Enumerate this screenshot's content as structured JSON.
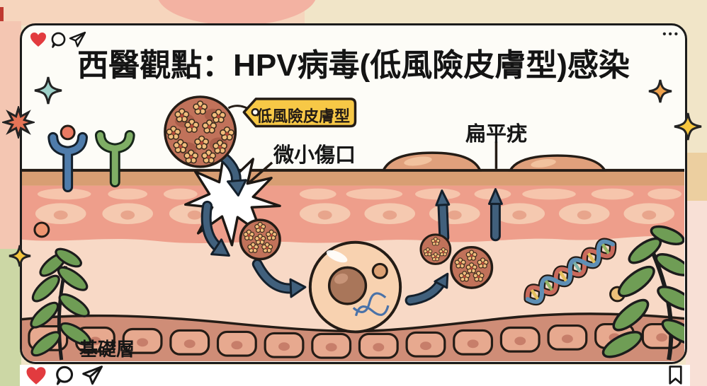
{
  "post": {
    "title": "西醫觀點：HPV病毒(低風險皮膚型)感染",
    "top_bar": {
      "more_label": "•••",
      "icons": [
        "like-heart-icon",
        "comment-bubble-icon",
        "share-plane-icon",
        "more-dots"
      ]
    },
    "bottom_bar": {
      "icons": [
        "like-heart-icon",
        "comment-bubble-icon",
        "share-plane-icon",
        "bookmark-icon"
      ]
    },
    "labels": {
      "virus_tag": "低風險皮膚型",
      "wound": "微小傷口",
      "wart": "扁平疣",
      "basal_layer": "基礎層"
    },
    "colors": {
      "background_cream": "#f1e5c8",
      "background_pink": "#f3b2a2",
      "background_green": "#ccd7a5",
      "card": "#fdfcf7",
      "outline": "#241c16",
      "heart_red": "#e23b3f",
      "tag_yellow": "#f7c846",
      "arrow_blue": "#41607c",
      "skin_tan": "#d89e73",
      "skin_pink": "#ee9e8b",
      "dermis_peach": "#f8d9c6",
      "basal_band": "#cf8d77",
      "virus_body": "#c1725a",
      "leaf_green": "#6f9d55"
    }
  }
}
